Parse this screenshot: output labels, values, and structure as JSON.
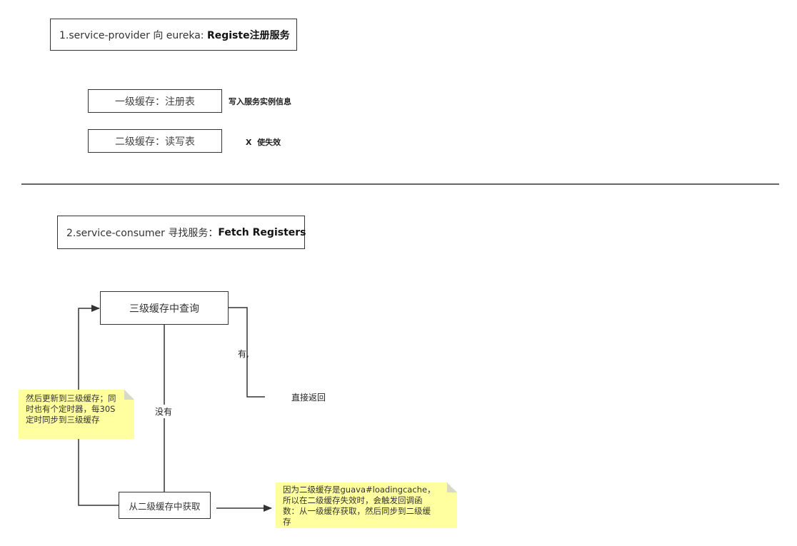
{
  "section1": {
    "title_prefix": "1.service-provider 向 eureka: ",
    "title_bold": "Registe注册服务",
    "level1_box": "一级缓存：注册表",
    "level1_note": "写入服务实例信息",
    "level2_box": "二级缓存：读写表",
    "level2_note": "X  使失效"
  },
  "section2": {
    "title_prefix": "2.service-consumer 寻找服务：",
    "title_bold": "Fetch Registers",
    "query_box": "三级缓存中查询",
    "has_label": "有,",
    "return_label": "直接返回",
    "none_label": "没有",
    "fetch_box": "从二级缓存中获取",
    "note_left": "然后更新到三级缓存；同\n时也有个定时器，每30S\n定时同步到三级缓存",
    "note_right": "因为二级缓存是guava#loadingcache，\n所以在二级缓存失效时，会触发回调函\n数：从一级缓存获取，然后同步到二级缓\n存"
  },
  "colors": {
    "line": "#333333",
    "note_bg": "#ffffa0"
  },
  "icons": {
    "arrowhead": "filled-triangle"
  }
}
